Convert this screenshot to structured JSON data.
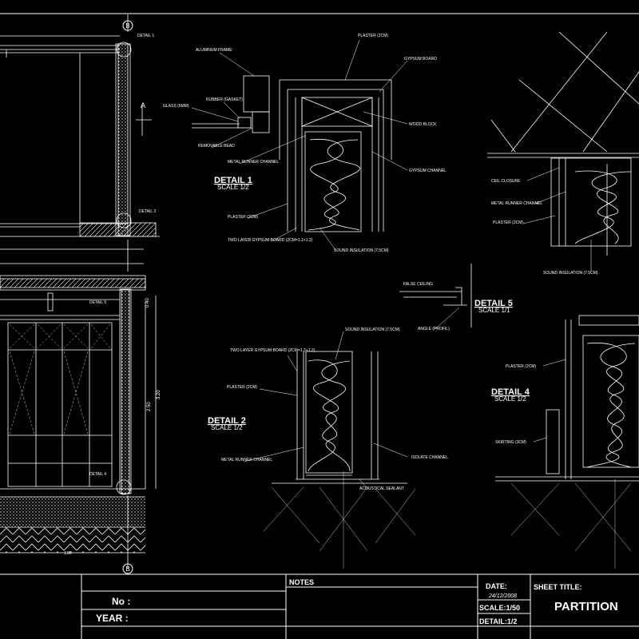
{
  "drawing": {
    "elevation": {
      "section_marker": "B",
      "section_a": "A",
      "callouts": [
        "DETAIL 1",
        "DETAIL 3",
        "DETAIL 4",
        "DETAIL 5"
      ],
      "dims": [
        "0.40",
        "2.50",
        "3.20",
        "1.80"
      ]
    },
    "detail1": {
      "title": "DETAIL 1",
      "scale": "SCALE 1/2",
      "labels": {
        "aluminum_frame": "ALUMINUM FRAME",
        "rubber_gasket": "RUBBER (GASKET)",
        "glass": "GLASS (6MM)",
        "removable_bead": "REMOVABLE BEAD",
        "metal_runner": "METAL RUNNER CHANNEL",
        "plaster_top": "PLASTER (2CM)",
        "gypsum_board": "GYPSUM BOARD",
        "wood_block": "WOOD BLOCK",
        "gypsum_channel": "GYPSUM CHANNEL",
        "plaster_left": "PLASTER (2CM)",
        "two_layer": "TWO LAYER GYPSUM BOARD (2CM=1.2+1.2)",
        "sound_insulation": "SOUND INSULATION (7.5CM)"
      }
    },
    "detail2": {
      "title": "DETAIL 2",
      "scale": "SCALE 1/2",
      "labels": {
        "two_layer": "TWO LAYER GYPSUM BOARD (2CM=1.2+1.2)",
        "sound_insulation": "SOUND INSULATION (7.5CM)",
        "plaster": "PLASTER (2CM)",
        "metal_runner": "METAL RUNNER CHANNEL",
        "isolate_channel": "ISOLATE CHANNEL",
        "acoustical_sealant": "ACOUSTICAL SEALANT"
      }
    },
    "detail3": {
      "labels": {
        "ceil_closure": "CEIL CLOSURE",
        "metal_runner": "METAL RUNNER CHANNEL",
        "plaster": "PLASTER (2CM)",
        "sound_insulation": "SOUND INSULATION (7.5CM)"
      }
    },
    "detail4": {
      "title": "DETAIL 4",
      "scale": "SCALE 1/2",
      "labels": {
        "plaster": "PLASTER (2CM)",
        "skirting": "SKIRTING (3CM)"
      }
    },
    "detail5": {
      "title": "DETAIL 5",
      "scale": "SCALE 1/1",
      "labels": {
        "false_ceiling": "FALSE CEILING",
        "angle": "ANGLE (PROFIL)"
      }
    }
  },
  "title_block": {
    "no_label": "No :",
    "year_label": "YEAR :",
    "notes_label": "NOTES",
    "date_label": "DATE:",
    "date_value": "24/12/2008",
    "scale_label": "SCALE:1/50",
    "detail_label": "DETAIL:1/2",
    "sheet_title_label": "SHEET TITLE:",
    "sheet_title": "PARTITION"
  }
}
